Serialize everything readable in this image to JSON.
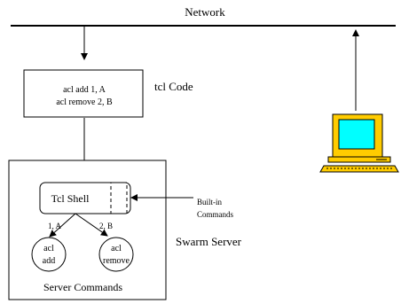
{
  "network": {
    "label": "Network"
  },
  "tcl_code": {
    "lines": [
      "acl add 1, A",
      "acl remove 2, B"
    ],
    "caption": "tcl Code"
  },
  "server": {
    "shell_label": "Tcl Shell",
    "builtin_label": [
      "Built-in",
      "Commands"
    ],
    "arrow_label_left": "1, A",
    "arrow_label_right": "2, B",
    "commands": [
      {
        "lines": [
          "acl",
          "add"
        ]
      },
      {
        "lines": [
          "acl",
          "remove"
        ]
      }
    ],
    "server_label": "Swarm Server",
    "commands_label": "Server Commands"
  },
  "colors": {
    "monitor_screen": "#00ffff",
    "computer_body": "#ffcc00"
  }
}
